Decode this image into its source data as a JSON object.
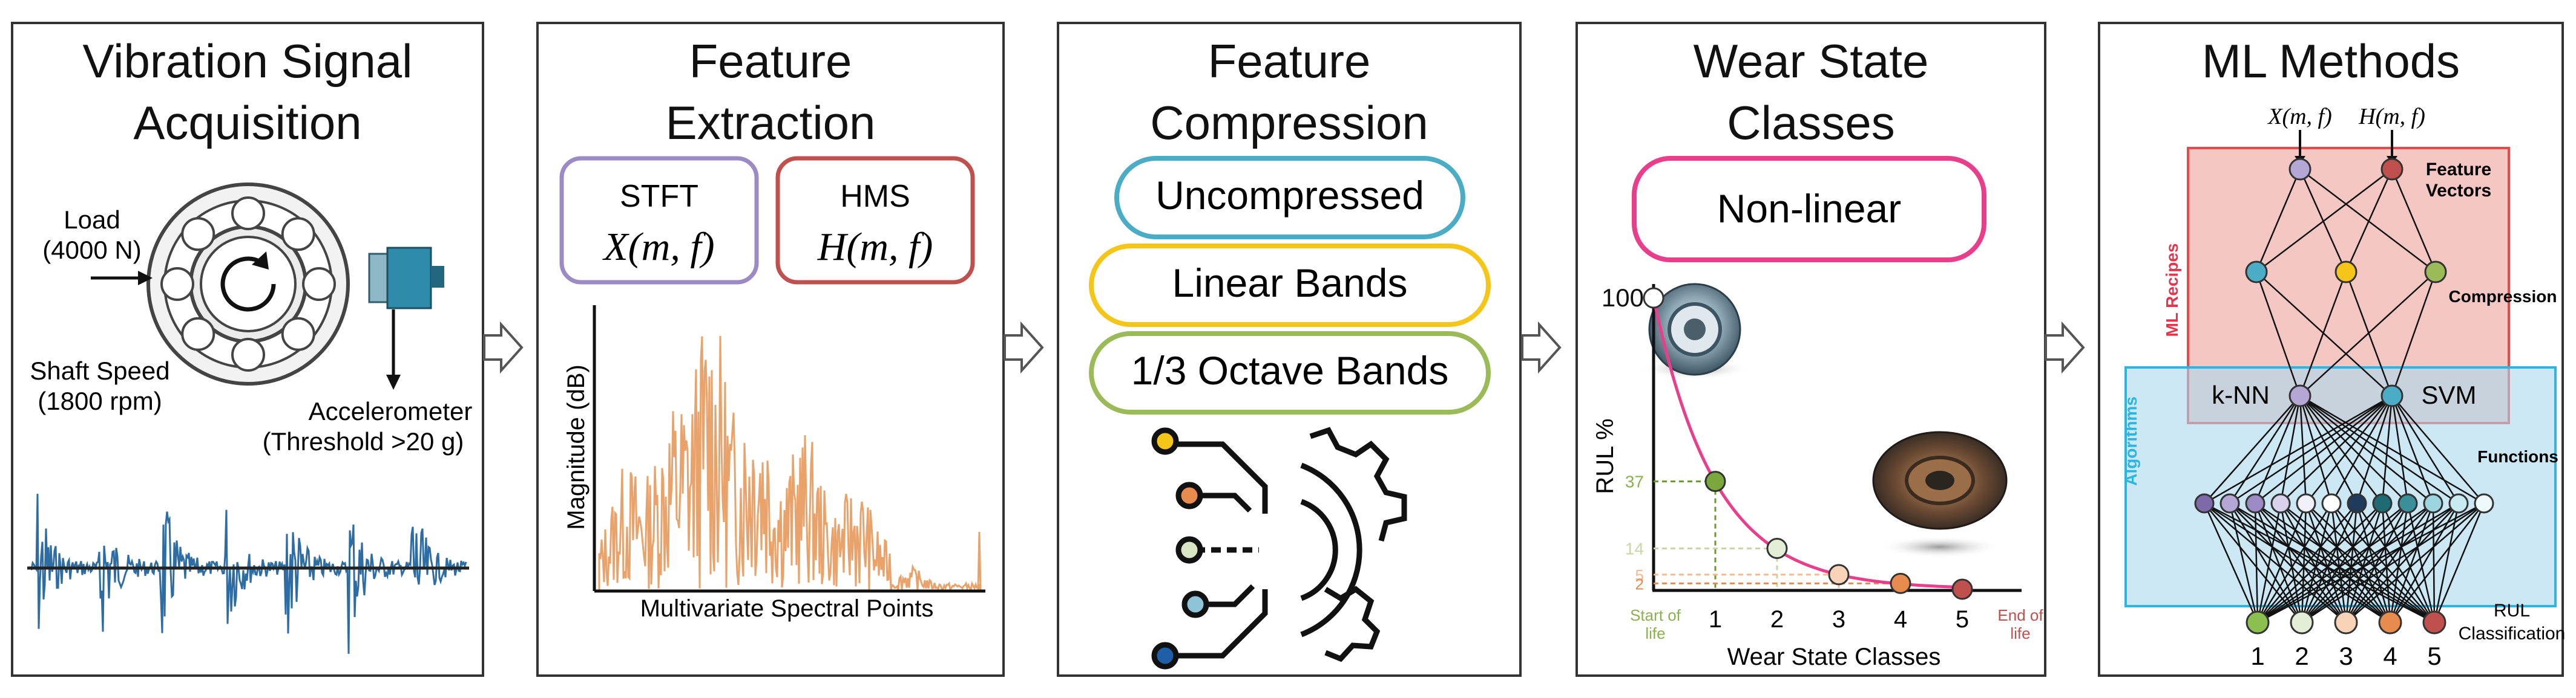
{
  "colors": {
    "panel_border": "#333333",
    "stft": "#9b8ac4",
    "hms": "#c0504d",
    "uncompressed": "#4bacc6",
    "linear": "#f5c518",
    "octave": "#9bbb59",
    "nonlinear": "#e83e8c",
    "signal": "#2e6da4",
    "spectrum": "#e8a26a",
    "curve": "#e83e8c",
    "ml_red": "#f4c7c3",
    "ml_blue": "#c5e6f3"
  },
  "panel1": {
    "title_line1": "Vibration Signal",
    "title_line2": "Acquisition",
    "load_line1": "Load",
    "load_line2": "(4000 N)",
    "shaft_line1": "Shaft Speed",
    "shaft_line2": "(1800 rpm)",
    "accel_line1": "Accelerometer",
    "accel_line2": "(Threshold >20 g)"
  },
  "panel2": {
    "title_line1": "Feature",
    "title_line2": "Extraction",
    "stft_label": "STFT",
    "stft_formula": "X(m, f)",
    "hms_label": "HMS",
    "hms_formula": "H(m, f)",
    "ylabel": "Magnitude (dB)",
    "xlabel": "Multivariate Spectral Points"
  },
  "panel3": {
    "title_line1": "Feature",
    "title_line2": "Compression",
    "option1": "Uncompressed",
    "option2": "Linear Bands",
    "option3": "1/3 Octave Bands"
  },
  "panel4": {
    "title_line1": "Wear State",
    "title_line2": "Classes",
    "badge": "Non-linear",
    "ylabel": "RUL %",
    "xlabel": "Wear State Classes",
    "start_line1": "Start of",
    "start_line2": "life",
    "end_line1": "End of",
    "end_line2": "life"
  },
  "panel5": {
    "title": "ML Methods",
    "input1": "X(m, f)",
    "input2": "H(m, f)",
    "feature_line1": "Feature",
    "feature_line2": "Vectors",
    "compression": "Compression",
    "recipes": "ML Recipes",
    "algorithms": "Algorithms",
    "knn": "k-NN",
    "svm": "SVM",
    "functions": "Functions",
    "rul_line1": "RUL",
    "rul_line2": "Classification",
    "classes": [
      "1",
      "2",
      "3",
      "4",
      "5"
    ]
  },
  "chart_data": {
    "type": "line",
    "xlabel": "Wear State Classes",
    "ylabel": "RUL %",
    "x": [
      0,
      1,
      2,
      3,
      4,
      5
    ],
    "x_tick_labels": [
      "1",
      "2",
      "3",
      "4",
      "5"
    ],
    "y": [
      100,
      37,
      14,
      5,
      2,
      0
    ],
    "y_tick_labels": [
      "100",
      "37",
      "14",
      "5",
      "2"
    ],
    "ylim": [
      0,
      100
    ],
    "point_colors": [
      "#ffffff",
      "#7aa83c",
      "#e4eed6",
      "#f8d3b8",
      "#e88b4f",
      "#c0504d"
    ]
  }
}
